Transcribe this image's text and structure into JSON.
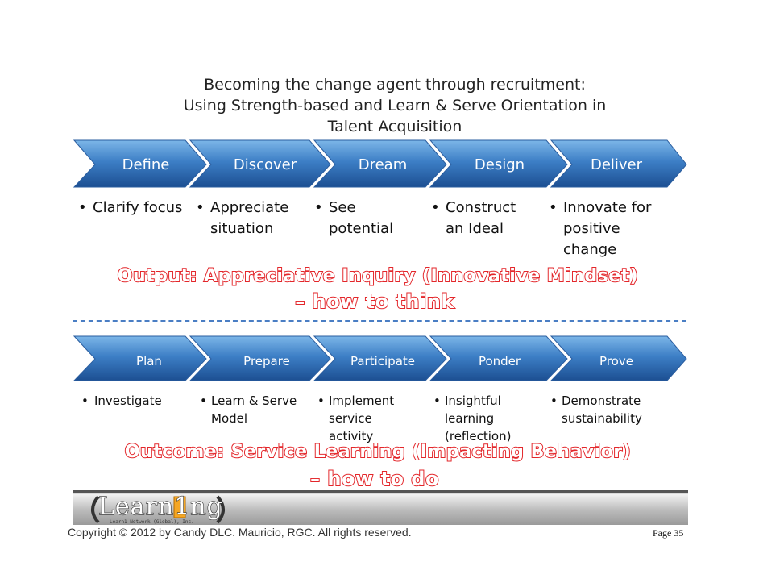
{
  "title": {
    "line1": "Becoming the change agent through recruitment:",
    "line2": "Using Strength-based and Learn & Serve Orientation in",
    "line3": "Talent Acquisition"
  },
  "flow1": {
    "steps": [
      "Define",
      "Discover",
      "Dream",
      "Design",
      "Deliver"
    ],
    "bullets": [
      "Clarify focus",
      "Appreciate situation",
      "See potential",
      "Construct an Ideal",
      "Innovate for positive change"
    ]
  },
  "output": {
    "line1": "Output:  Appreciative Inquiry (Innovative Mindset)",
    "line2": "– how to think"
  },
  "flow2": {
    "steps": [
      "Plan",
      "Prepare",
      "Participate",
      "Ponder",
      "Prove"
    ],
    "bullets": [
      "Investigate",
      "Learn & Serve Model",
      "Implement service activity",
      "Insightful learning (reflection)",
      "Demonstrate sustainability"
    ]
  },
  "outcome": {
    "line1": "Outcome:  Service Learning (Impacting Behavior)",
    "line2": "– how to do"
  },
  "logo": {
    "text": "Learn1ng",
    "subtitle": "Learn1 Network (Global), Inc."
  },
  "footer": {
    "copyright": "Copyright © 2012 by Candy DLC. Mauricio, RGC.  All rights reserved.",
    "page": "Page 35"
  },
  "colors": {
    "chevron_top": "#5fa0dc",
    "chevron_bottom": "#1f5aa0",
    "callout_outline": "#e3262a",
    "dash_line": "#4a7ec4"
  }
}
